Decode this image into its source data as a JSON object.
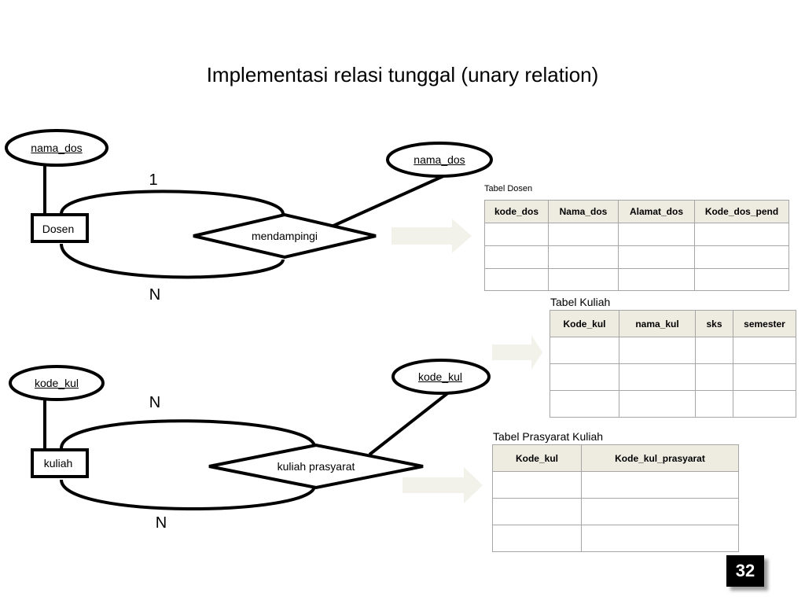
{
  "slide": {
    "title": "Implementasi relasi tunggal (unary relation)",
    "page_number": "32"
  },
  "diagram1": {
    "entity": "Dosen",
    "attribute": "nama_dos",
    "relation": "mendampingi",
    "relation_attribute": "nama_dos",
    "cardinality_top": "1",
    "cardinality_bottom": "N"
  },
  "diagram2": {
    "entity": "kuliah",
    "attribute": "kode_kul",
    "relation": "kuliah prasyarat",
    "relation_attribute": "kode_kul",
    "cardinality_top": "N",
    "cardinality_bottom": "N"
  },
  "tables": {
    "dosen": {
      "caption": "Tabel Dosen",
      "columns": [
        "kode_dos",
        "Nama_dos",
        "Alamat_dos",
        "Kode_dos_pend"
      ],
      "rows": [
        [
          "",
          "",
          "",
          ""
        ],
        [
          "",
          "",
          "",
          ""
        ],
        [
          "",
          "",
          "",
          ""
        ]
      ]
    },
    "kuliah": {
      "caption": "Tabel Kuliah",
      "columns": [
        "Kode_kul",
        "nama_kul",
        "sks",
        "semester"
      ],
      "rows": [
        [
          "",
          "",
          "",
          ""
        ],
        [
          "",
          "",
          "",
          ""
        ],
        [
          "",
          "",
          "",
          ""
        ]
      ]
    },
    "prasyarat": {
      "caption": "Tabel Prasyarat Kuliah",
      "columns": [
        "Kode_kul",
        "Kode_kul_prasyarat"
      ],
      "rows": [
        [
          "",
          ""
        ],
        [
          "",
          ""
        ],
        [
          "",
          ""
        ]
      ]
    }
  }
}
